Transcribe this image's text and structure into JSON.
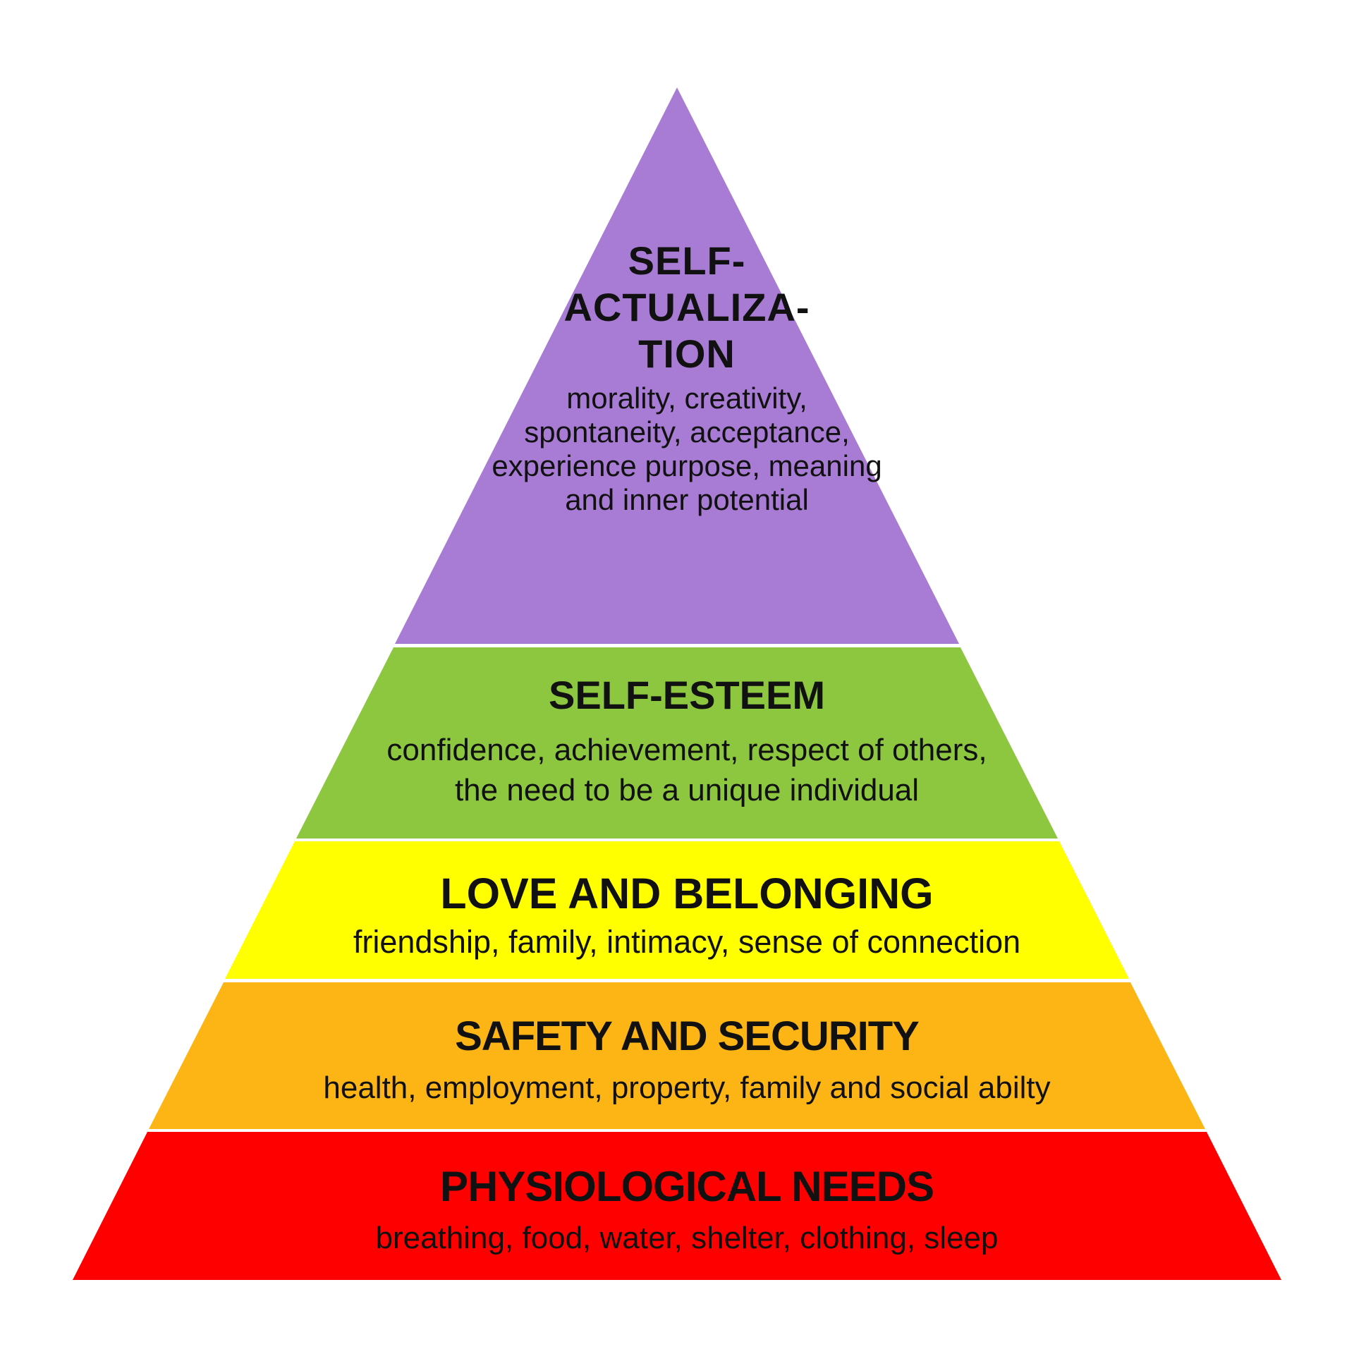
{
  "pyramid": {
    "name": "hierarchy-of-needs-pyramid",
    "background_color": "#FFFFFF",
    "text_color": "#111111",
    "levels": [
      {
        "heading": "SELF-ACTUALIZA-TION",
        "heading_lines": [
          "SELF-",
          "ACTUALIZA-",
          "TION"
        ],
        "description": "morality, creativity, spontaneity, acceptance, experience purpose, meaning and inner potential",
        "description_lines": [
          "morality, creativity,",
          "spontaneity, acceptance,",
          "experience purpose, meaning",
          "and inner potential"
        ],
        "color": "#A87CD4"
      },
      {
        "heading": "SELF-ESTEEM",
        "heading_lines": [
          "SELF-ESTEEM"
        ],
        "description": "confidence, achievement, respect of others, the need to be a unique individual",
        "description_lines": [
          "confidence, achievement, respect of others,",
          "the need to be a unique individual"
        ],
        "color": "#8DC63F"
      },
      {
        "heading": "LOVE AND BELONGING",
        "heading_lines": [
          "LOVE AND BELONGING"
        ],
        "description": "friendship, family, intimacy, sense of connection",
        "description_lines": [
          "friendship, family, intimacy, sense of connection"
        ],
        "color": "#FFFF00"
      },
      {
        "heading": "SAFETY AND SECURITY",
        "heading_lines": [
          "SAFETY AND SECURITY"
        ],
        "description": "health, employment, property, family and social abilty",
        "description_lines": [
          "health, employment, property, family and social abilty"
        ],
        "color": "#FDB515"
      },
      {
        "heading": "PHYSIOLOGICAL NEEDS",
        "heading_lines": [
          "PHYSIOLOGICAL NEEDS"
        ],
        "description": "breathing, food, water, shelter, clothing, sleep",
        "description_lines": [
          "breathing, food, water, shelter, clothing, sleep"
        ],
        "color": "#FF0000"
      }
    ]
  }
}
